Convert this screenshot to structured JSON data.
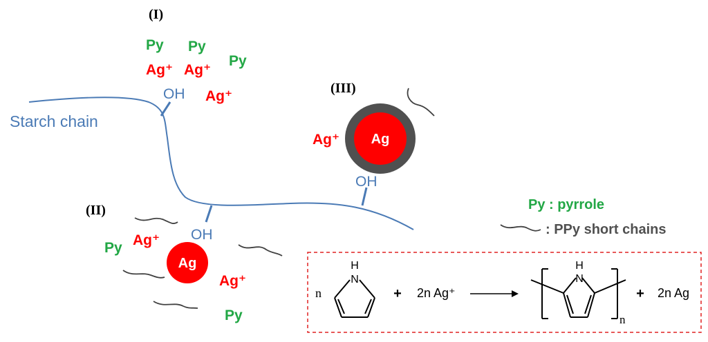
{
  "stages": {
    "stage1": "(I)",
    "stage2": "(II)",
    "stage3": "(III)"
  },
  "labels": {
    "starch_chain": "Starch chain",
    "hydroxyl": "OH",
    "pyrrole": "Py",
    "silver_ion": "Ag⁺",
    "silver": "Ag"
  },
  "legend": {
    "py_key": "Py",
    "py_text": ": pyrrole",
    "chains_text": ": PPy short chains"
  },
  "reaction": {
    "n_coeff": "n",
    "nh": "H",
    "n_atom": "N",
    "plus1": "+",
    "reagent": "2n Ag⁺",
    "subscript_n": "n",
    "plus2": "+",
    "product": "2n Ag"
  },
  "colors": {
    "starch_blue": "#4a7ab5",
    "pyrrole_green": "#22a745",
    "silver_red": "#ff0000",
    "shell_gray": "#505050",
    "chain_gray": "#404040",
    "box_dash_red": "#e02020"
  }
}
